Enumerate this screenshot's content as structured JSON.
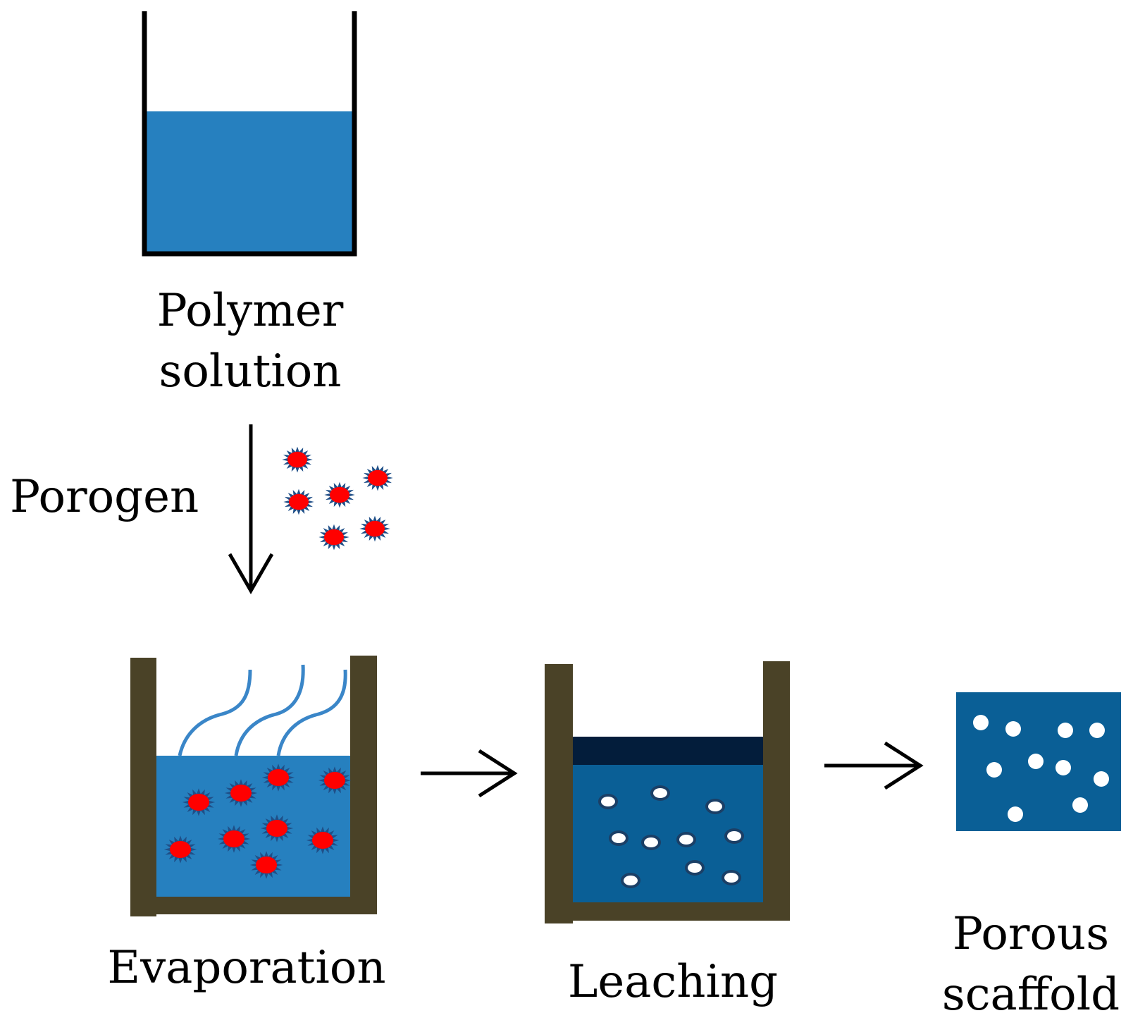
{
  "colors": {
    "solution": "#2680bf",
    "solution_dark": "#0a5f96",
    "beaker_outline": "#000000",
    "beaker_wall": "#4a4227",
    "porogen_fill": "#ff0000",
    "porogen_spikes": "#1f4f88",
    "vapor": "#3a86c8",
    "leach_top_layer": "#031d3b",
    "pore": "#ffffff",
    "arrow": "#000000"
  },
  "icons": {
    "porogen": "spiky-particle",
    "vapor": "wavy-line",
    "pore": "white-dot",
    "arrow_down": "down-arrow",
    "arrow_right": "right-arrow"
  },
  "labels": {
    "polymer_solution": [
      "Polymer",
      "solution"
    ],
    "porogen": "Porogen",
    "evaporation": "Evaporation",
    "leaching": "Leaching",
    "porous_scaffold": [
      "Porous",
      "scaffold"
    ]
  }
}
